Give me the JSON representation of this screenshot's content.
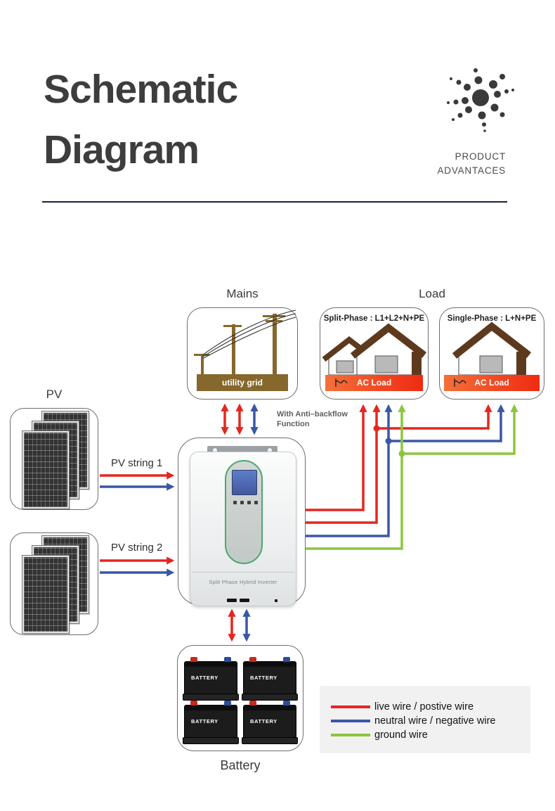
{
  "header": {
    "title_line1": "Schematic",
    "title_line2": "Diagram",
    "brand_line1": "PRODUCT",
    "brand_line2": "ADVANTACES"
  },
  "diagram": {
    "mains": {
      "label": "Mains",
      "banner": "utility grid"
    },
    "load": {
      "label": "Load",
      "split_phase": {
        "title": "Split-Phase : L1+L2+N+PE",
        "banner": "AC Load"
      },
      "single_phase": {
        "title": "Single-Phase : L+N+PE",
        "banner": "AC Load"
      }
    },
    "pv": {
      "label": "PV",
      "string1": "PV string 1",
      "string2": "PV string 2"
    },
    "inverter": {
      "name": "Split Phase Hybrid Inverter",
      "note_line1": "With Anti–backflow",
      "note_line2": "Function"
    },
    "battery": {
      "label": "Battery",
      "cell_label": "BATTERY"
    },
    "legend": [
      {
        "color": "#e5261f",
        "label": "live wire / postive wire"
      },
      {
        "color": "#3a57a7",
        "label": "neutral wire / negative wire"
      },
      {
        "color": "#8cc63e",
        "label": "ground wire"
      }
    ]
  },
  "colors": {
    "live": "#e5261f",
    "neutral": "#3a57a7",
    "ground": "#8cc63e",
    "roof": "#5d3a1d",
    "utility": "#86682c",
    "ac1": "#f4703a",
    "ac2": "#ee2b12",
    "divider": "#16233d",
    "ink": "#3d3d3d"
  }
}
